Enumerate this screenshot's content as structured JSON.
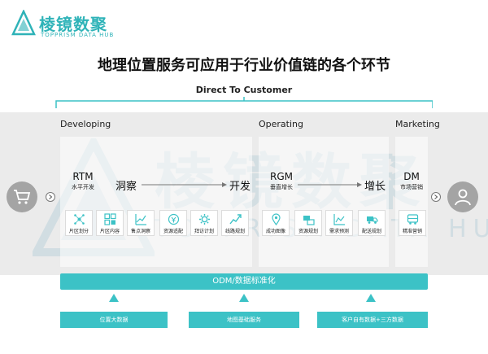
{
  "logo": {
    "title": "棱镜数聚",
    "subtitle": "TOPPRISM DATA HUB",
    "accent": "#2fb3b8"
  },
  "title": "地理位置服务可应用于行业价值链的各个环节",
  "audience": "Direct To Customer",
  "phases": [
    "Developing",
    "Operating",
    "Marketing"
  ],
  "stages": [
    {
      "code": "RTM",
      "sub": "水平开发"
    },
    {
      "code": "RGM",
      "sub": "垂直增长"
    },
    {
      "code": "DM",
      "sub": "市场营销"
    }
  ],
  "stage_words": [
    "洞察",
    "开发",
    "增长"
  ],
  "tiles": [
    {
      "label": "片区划分",
      "icon": "network-icon"
    },
    {
      "label": "片区内容",
      "icon": "grid-icon"
    },
    {
      "label": "售点洞察",
      "icon": "chart-icon"
    },
    {
      "label": "资源适配",
      "icon": "coin-icon"
    },
    {
      "label": "拜访计划",
      "icon": "gear-icon"
    },
    {
      "label": "线路规划",
      "icon": "trend-icon"
    },
    {
      "label": "成功图像",
      "icon": "pin-icon"
    },
    {
      "label": "资源规划",
      "icon": "boxes-icon"
    },
    {
      "label": "需求预测",
      "icon": "forecast-icon"
    },
    {
      "label": "配送规划",
      "icon": "truck-icon"
    },
    {
      "label": "精准营销",
      "icon": "bus-icon"
    }
  ],
  "foundation": "ODM/数据标准化",
  "sources": [
    "位置大数据",
    "地图基础服务",
    "客户自有数据+三方数据"
  ],
  "side_icons": {
    "left": "shopping-cart-icon",
    "right": "user-icon"
  },
  "watermark": {
    "cn": "棱镜数聚",
    "en": "TOPPRISM DATA HUB"
  },
  "colors": {
    "accent": "#3cc2c6",
    "band": "#ebebeb",
    "side": "#a4a4a4"
  }
}
